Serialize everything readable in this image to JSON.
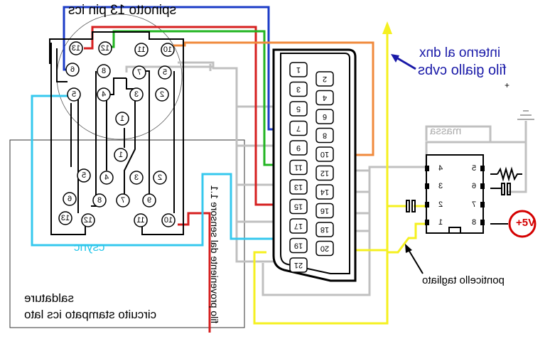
{
  "labels": {
    "title": "spinotto 13 pin ics",
    "interno": "interno al dnx",
    "filo": "filo giallo cvbs",
    "massa": "massa",
    "csync": "csync",
    "ponticello": "ponticello tagliato",
    "saldature": "saldature",
    "circuito": "circuito stampato ics lato",
    "vertical": "filo proveniente dal sensore 1.1",
    "plus5v": "+5V"
  },
  "din_outer_pins": [
    "13",
    "12",
    "11",
    "10",
    "6",
    "8",
    "7",
    "5",
    "5",
    "4",
    "3",
    "2",
    "1"
  ],
  "din_inner_pins": [
    "1",
    "5",
    "4",
    "3",
    "2",
    "6",
    "8",
    "7",
    "9",
    "13",
    "12",
    "11",
    "10"
  ],
  "scart_left_pins": [
    "2",
    "4",
    "6",
    "8",
    "10",
    "12",
    "14",
    "16",
    "18",
    "20"
  ],
  "scart_right_pins": [
    "1",
    "3",
    "5",
    "7",
    "9",
    "11",
    "13",
    "15",
    "17",
    "19",
    "21"
  ],
  "ic_pins_left": [
    "4",
    "3",
    "2",
    "1"
  ],
  "ic_pins_right": [
    "5",
    "6",
    "7",
    "8"
  ],
  "colors": {
    "blue": "#1b3bc7",
    "red": "#d61f1f",
    "green": "#22b522",
    "orange": "#f08a3c",
    "yellow": "#f5f020",
    "cyan": "#36c8ee",
    "gray": "#c0c0c0",
    "dark_blue": "#1a1aa8"
  }
}
